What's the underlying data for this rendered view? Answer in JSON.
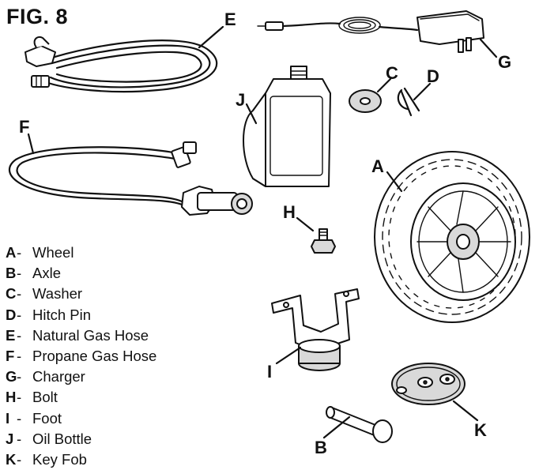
{
  "figure": {
    "title": "FIG. 8"
  },
  "callouts": {
    "A": "A",
    "B": "B",
    "C": "C",
    "D": "D",
    "E": "E",
    "F": "F",
    "G": "G",
    "H": "H",
    "I": "I",
    "J": "J",
    "K": "K"
  },
  "parts": [
    {
      "letter": "A",
      "dash": "-",
      "name": "Wheel"
    },
    {
      "letter": "B",
      "dash": "-",
      "name": "Axle"
    },
    {
      "letter": "C",
      "dash": "-",
      "name": "Washer"
    },
    {
      "letter": "D",
      "dash": "-",
      "name": "Hitch Pin"
    },
    {
      "letter": "E",
      "dash": "-",
      "name": "Natural Gas Hose"
    },
    {
      "letter": "F",
      "dash": "-",
      "name": "Propane Gas Hose"
    },
    {
      "letter": "G",
      "dash": "-",
      "name": "Charger"
    },
    {
      "letter": "H",
      "dash": "-",
      "name": "Bolt"
    },
    {
      "letter": "I",
      "dash": "-",
      "name": "Foot"
    },
    {
      "letter": "J",
      "dash": "-",
      "name": "Oil Bottle"
    },
    {
      "letter": "K",
      "dash": "-",
      "name": "Key Fob"
    }
  ]
}
